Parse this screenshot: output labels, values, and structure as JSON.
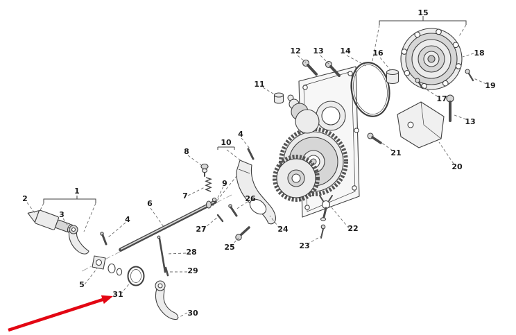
{
  "diagram": {
    "type": "exploded-parts-diagram",
    "background": "#ffffff",
    "line_color": "#3f3f3f",
    "leader_color": "#6b6b6b",
    "highlight_arrow_color": "#e30613",
    "highlighted_callout": "31",
    "callouts": {
      "n1": "1",
      "n2": "2",
      "n3": "3",
      "n4a": "4",
      "n4b": "4",
      "n5": "5",
      "n6": "6",
      "n7": "7",
      "n8": "8",
      "n9": "9",
      "n10": "10",
      "n11": "11",
      "n12": "12",
      "n13a": "13",
      "n13b": "13",
      "n14": "14",
      "n15": "15",
      "n16": "16",
      "n17": "17",
      "n18": "18",
      "n19": "19",
      "n20": "20",
      "n21": "21",
      "n22": "22",
      "n23": "23",
      "n24": "24",
      "n25": "25",
      "n26": "26",
      "n27": "27",
      "n28": "28",
      "n29": "29",
      "n30": "30",
      "n31": "31"
    }
  }
}
